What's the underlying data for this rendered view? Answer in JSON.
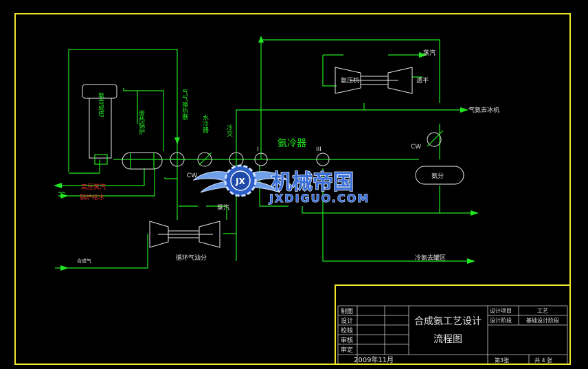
{
  "colors": {
    "background": "#000000",
    "frame": "#f0e62a",
    "process_line": "#22e622",
    "equipment_outline": "#e8e8e8",
    "watermark_blue": "#3a6fd8"
  },
  "labels": {
    "synthesis_tower": "氨合成塔",
    "waste_heat_boiler": "废热锅炉",
    "gas_exchanger": "气气换热器",
    "water_cooler": "水冷器",
    "cold_exchanger": "冷交",
    "ammonia_cooler": "氨冷器",
    "ammonia_compressor": "氨压机",
    "turbine_ammonia": "透平",
    "ammonia_separator": "氨分",
    "circulator": "循环气油分",
    "steam_top": "蒸汽",
    "steam_mid": "蒸汽",
    "to_ice_machine": "气氨去冰机",
    "to_tank": "冷氨去罐区",
    "hp_steam": "高压蒸汽",
    "boiler_feed": "锅炉给水",
    "fresh_gas": "合成气",
    "cw1": "CW",
    "cw2": "CW",
    "roman_1": "I",
    "roman_3": "III"
  },
  "watermark": {
    "cn": "机械帝国",
    "en": "JXDIGUO.COM",
    "emblem": "JX"
  },
  "title_block": {
    "rows_left": [
      "制图",
      "设计",
      "校核",
      "审核",
      "审定"
    ],
    "title_line1": "合成氨工艺设计",
    "title_line2": "流程图",
    "date": "2009年11月",
    "project_label": "设计项目",
    "project_value": "工艺",
    "stage_label": "设计阶段",
    "stage_value": "基础设计阶段",
    "sheet_no": "第3张",
    "sheet_total": "共 4 张"
  }
}
